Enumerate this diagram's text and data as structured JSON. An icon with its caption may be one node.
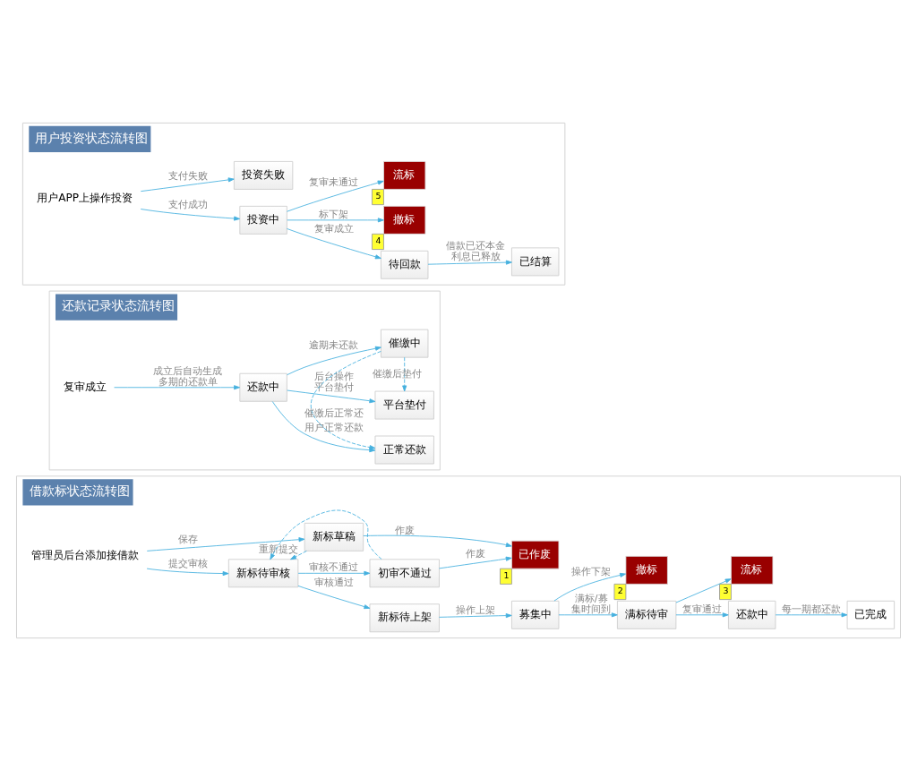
{
  "diagram": {
    "nodes": [
      {
        "text": [
          "借款标状态流转图"
        ]
      },
      {
        "text": [
          "管理员后台添加接借款"
        ],
        "in": 0
      },
      {
        "text": [
          "新标待审核"
        ],
        "in": 0
      },
      {
        "text": [
          "新标待上架"
        ],
        "in": 0
      },
      {
        "text": [
          "募集中"
        ],
        "in": 0
      },
      {
        "text": [
          "满标待审"
        ],
        "in": 0
      },
      {
        "text": [
          "还款中"
        ],
        "in": 0
      },
      {
        "text": [
          "已完成"
        ],
        "in": 0
      },
      {
        "text": [
          "新标草稿"
        ],
        "in": 0
      },
      {
        "text": [
          "初审不通过"
        ],
        "in": 0
      },
      {
        "text": [
          "撤标"
        ],
        "in": 0,
        "beside": [
          "2"
        ]
      },
      {
        "text": [
          "流标"
        ],
        "in": 0,
        "beside": [
          "3"
        ]
      },
      {
        "text": [
          "已作废"
        ],
        "in": 0,
        "beside": [
          "1"
        ]
      },
      {
        "text": [
          "还款记录状态流转图"
        ]
      },
      {
        "text": [
          "复审成立"
        ],
        "in": 13
      },
      {
        "text": [
          "还款中"
        ],
        "in": 13
      },
      {
        "text": [
          "正常还款"
        ],
        "in": 13
      },
      {
        "text": [
          "平台垫付"
        ],
        "in": 13
      },
      {
        "text": [
          "催缴中"
        ],
        "in": 13
      },
      {
        "text": [
          "用户投资状态流转图"
        ]
      },
      {
        "text": [
          "用户APP上操作投资"
        ],
        "in": 19
      },
      {
        "text": [
          "投资中"
        ],
        "in": 19
      },
      {
        "text": [
          "待回款"
        ],
        "in": 19
      },
      {
        "text": [
          "已结算"
        ],
        "in": 19
      },
      {
        "text": [
          "投资失败"
        ],
        "in": 19
      },
      {
        "text": [
          "撤标"
        ],
        "in": 19,
        "beside": [
          "4"
        ]
      },
      {
        "text": [
          "流标"
        ],
        "in": 19,
        "beside": [
          "5"
        ]
      }
    ],
    "edges": [
      {
        "from": 1,
        "to": 2,
        "arrow": "to",
        "label": "提交审核"
      },
      {
        "from": 2,
        "to": 3,
        "arrow": "to",
        "label": "审核通过"
      },
      {
        "from": 3,
        "to": 4,
        "arrow": "to",
        "label": "操作上架"
      },
      {
        "from": 4,
        "to": 5,
        "arrow": "to",
        "label": "满标/募集时间到"
      },
      {
        "from": 5,
        "to": 6,
        "arrow": "to",
        "label": "复审通过"
      },
      {
        "from": 6,
        "to": 7,
        "arrow": "to",
        "label": "每一期都还款"
      },
      {
        "from": 1,
        "to": 8,
        "arrow": "to",
        "label": "保存"
      },
      {
        "from": 2,
        "to": 9,
        "arrow": "to",
        "label": "审核不通过"
      },
      {
        "from": 8,
        "to": 2,
        "arrow": "to",
        "label": "重新提交",
        "style": "dashed"
      },
      {
        "from": 9,
        "to": 2,
        "arrow": "to",
        "style": "dashed"
      },
      {
        "from": 4,
        "to": 10,
        "arrow": "to",
        "label": "操作下架"
      },
      {
        "from": 5,
        "to": 11,
        "arrow": "to"
      },
      {
        "from": 8,
        "to": 12,
        "arrow": "to",
        "label": "作废"
      },
      {
        "from": 9,
        "to": 12,
        "arrow": "to",
        "label": "作废"
      },
      {
        "from": 14,
        "to": 15,
        "arrow": "to",
        "label": "成立后自动生成多期的还款单"
      },
      {
        "from": 15,
        "to": 16,
        "arrow": "to",
        "label": "用户正常还款"
      },
      {
        "from": 15,
        "to": 17,
        "arrow": "to",
        "label": "后台操作平台垫付"
      },
      {
        "from": 15,
        "to": 18,
        "arrow": "to",
        "label": "逾期未还款"
      },
      {
        "from": 18,
        "to": 17,
        "arrow": "to",
        "label": "催缴后垫付",
        "style": "dashed"
      },
      {
        "from": 18,
        "to": 16,
        "arrow": "to",
        "label": "催缴后正常还",
        "style": "dashed"
      },
      {
        "from": 20,
        "to": 21,
        "arrow": "to",
        "label": "支付成功"
      },
      {
        "from": 21,
        "to": 22,
        "arrow": "to",
        "label": "复审成立"
      },
      {
        "from": 22,
        "to": 23,
        "arrow": "to",
        "label": "借款已还本金利息已释放"
      },
      {
        "from": 20,
        "to": 24,
        "arrow": "to",
        "label": "支付失败"
      },
      {
        "from": 21,
        "to": 25,
        "arrow": "to",
        "label": "标下架"
      },
      {
        "from": 21,
        "to": 26,
        "arrow": "to",
        "label": "复审未通过"
      }
    ]
  }
}
